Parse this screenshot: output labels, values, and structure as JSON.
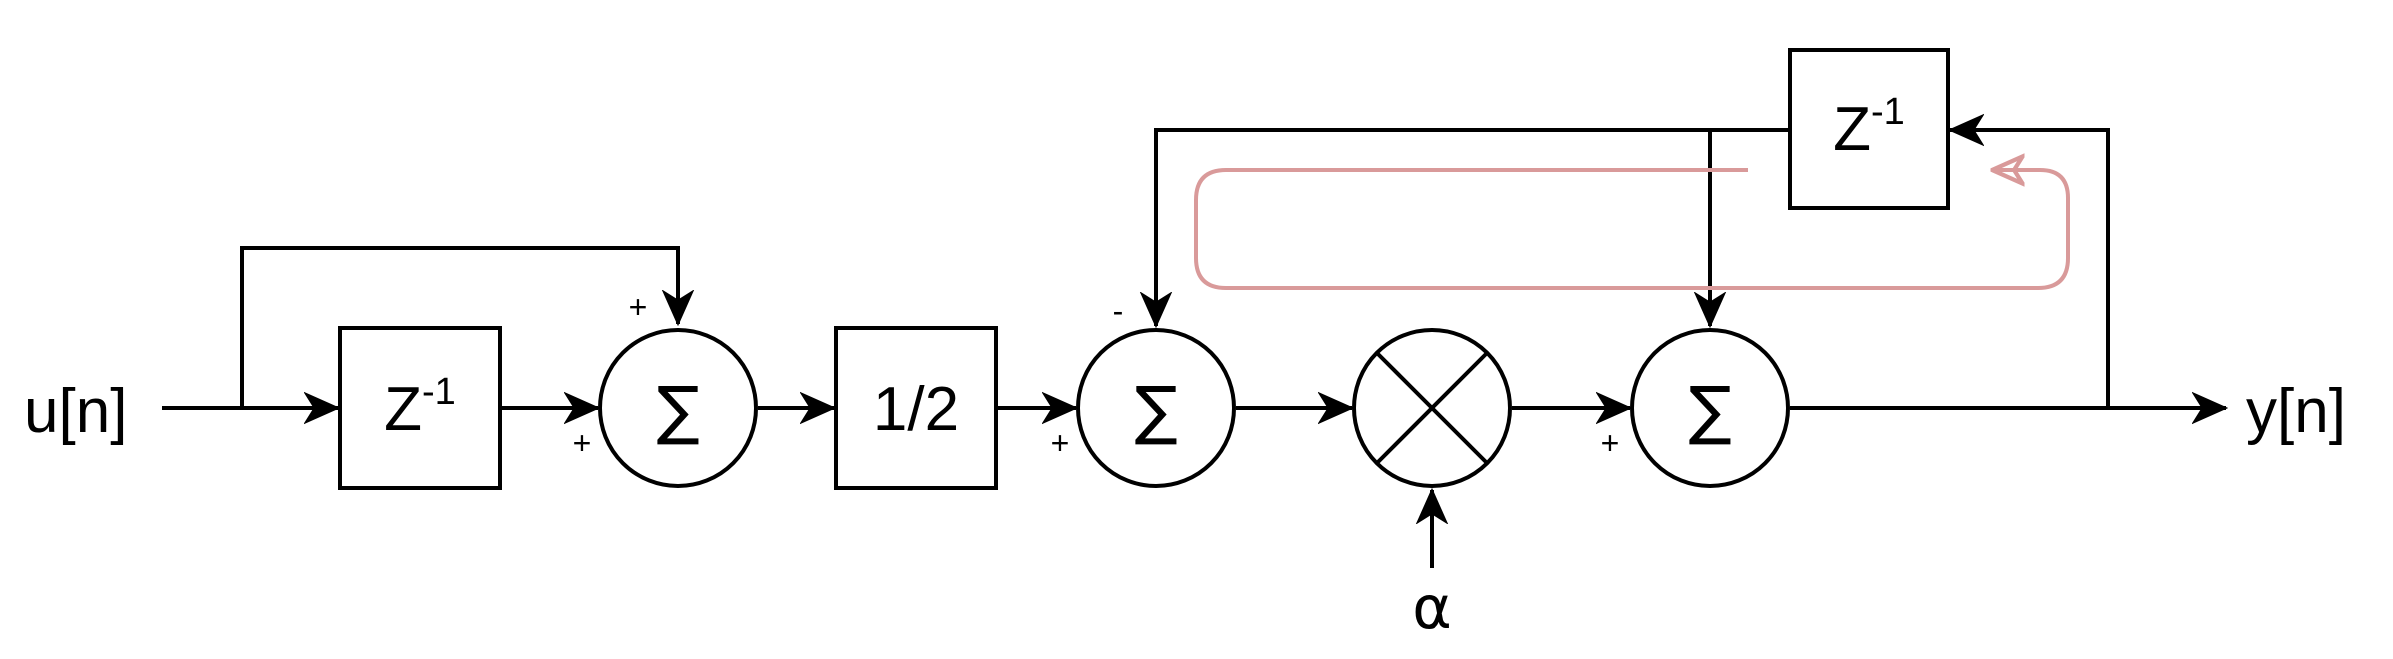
{
  "input_label": "u[n]",
  "output_label": "y[n]",
  "delay_block": {
    "base": "Z",
    "exponent": "-1"
  },
  "half_block": "1/2",
  "sum_symbol": "∑",
  "alpha_label": "α",
  "signs": {
    "sum1_top": "+",
    "sum1_left": "+",
    "sum2_top": "-",
    "sum2_left": "+",
    "sum3_left": "+"
  },
  "colors": {
    "line": "#000000",
    "loop_highlight": "#d99a9a"
  },
  "elements": [
    "input",
    "delay-block",
    "summing-junction",
    "gain-block-1/2",
    "summing-junction",
    "multiplier",
    "summing-junction",
    "feedback-delay-block",
    "output"
  ]
}
